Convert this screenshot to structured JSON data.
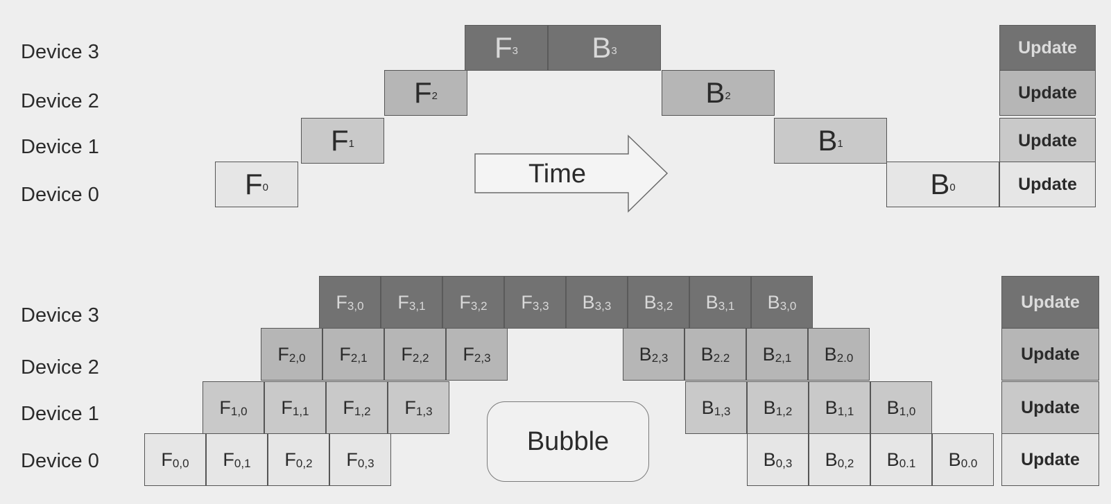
{
  "naive": {
    "device_labels": [
      "Device 3",
      "Device 2",
      "Device 1",
      "Device 0"
    ],
    "blocks": [
      {
        "device": 0,
        "op": "F",
        "idx": "0"
      },
      {
        "device": 1,
        "op": "F",
        "idx": "1"
      },
      {
        "device": 2,
        "op": "F",
        "idx": "2"
      },
      {
        "device": 3,
        "op": "F",
        "idx": "3"
      },
      {
        "device": 3,
        "op": "B",
        "idx": "3"
      },
      {
        "device": 2,
        "op": "B",
        "idx": "2"
      },
      {
        "device": 1,
        "op": "B",
        "idx": "1"
      },
      {
        "device": 0,
        "op": "B",
        "idx": "0"
      }
    ],
    "update_label": "Update",
    "arrow_label": "Time"
  },
  "micro": {
    "device_labels": [
      "Device 3",
      "Device 2",
      "Device 1",
      "Device 0"
    ],
    "forward": [
      [
        "0,0",
        "0,1",
        "0,2",
        "0,3"
      ],
      [
        "1,0",
        "1,1",
        "1,2",
        "1,3"
      ],
      [
        "2,0",
        "2,1",
        "2,2",
        "2,3"
      ],
      [
        "3,0",
        "3,1",
        "3,2",
        "3,3"
      ]
    ],
    "backward": [
      [
        "3,3",
        "3,2",
        "3,1",
        "3,0"
      ],
      [
        "2,3",
        "2.2",
        "2,1",
        "2.0"
      ],
      [
        "1,3",
        "1,2",
        "1,1",
        "1,0"
      ],
      [
        "0,3",
        "0,2",
        "0.1",
        "0.0"
      ]
    ],
    "update_label": "Update",
    "bubble_label": "Bubble"
  },
  "colors": {
    "device0": "#e6e6e6",
    "device1": "#c9c9c9",
    "device2": "#b6b6b6",
    "device3": "#727272",
    "background": "#eeeeee"
  }
}
